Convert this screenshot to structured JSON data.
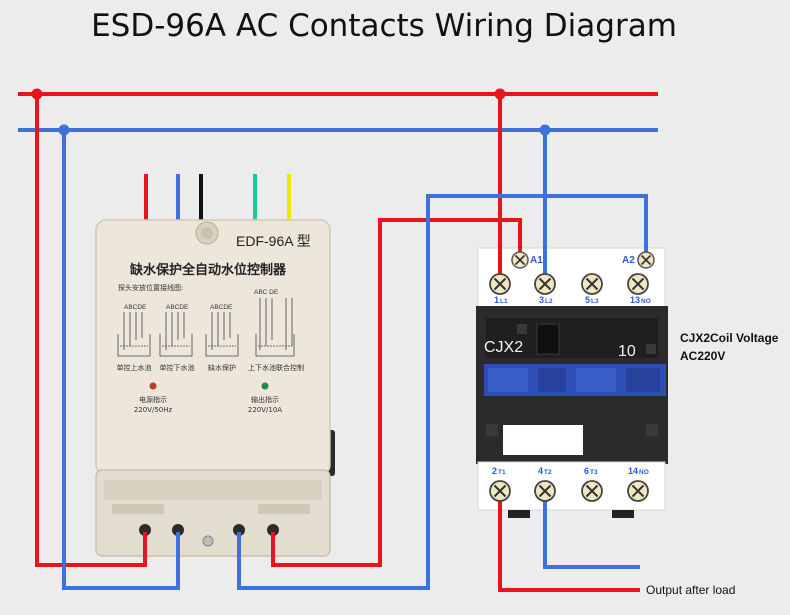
{
  "title": "ESD-96A AC Contacts Wiring Diagram",
  "colors": {
    "live": "#e8141b",
    "neutral": "#3d72dc",
    "black": "#111111",
    "green": "#1fc7a0",
    "yellow": "#f2e600",
    "controller_body": "#ece7da",
    "contactor_body": "#2b2b2b",
    "contactor_face": "#ffffff",
    "blue_bar": "#2e4fb5"
  },
  "controller": {
    "model": "EDF-96A 型",
    "name_cn": "缺水保护全自动水位控制器",
    "probe_caption": "探头安放位置接线图:",
    "probe_groups": [
      "ABCDE",
      "ABCDE",
      "ABCDE",
      "ABC   DE"
    ],
    "modes": [
      "单控上水池",
      "单控下水池",
      "缺水保护",
      "上下水池联合控制"
    ],
    "power_label": "电源指示",
    "power_rating": "220V/50Hz",
    "output_label": "输出指示",
    "output_rating": "220V/10A"
  },
  "contactor": {
    "model": "CJX2",
    "rating": "10",
    "coil_terminals": [
      "A1",
      "A2"
    ],
    "top_terminals": [
      {
        "num": "1",
        "sub": "L1"
      },
      {
        "num": "3",
        "sub": "L2"
      },
      {
        "num": "5",
        "sub": "L3"
      },
      {
        "num": "13",
        "sub": "NO"
      }
    ],
    "bottom_terminals": [
      {
        "num": "2",
        "sub": "T1"
      },
      {
        "num": "4",
        "sub": "T2"
      },
      {
        "num": "6",
        "sub": "T3"
      },
      {
        "num": "14",
        "sub": "NO"
      }
    ]
  },
  "coil_voltage_label": "CJX2Coil Voltage",
  "coil_voltage_value": "AC220V",
  "output_label": "Output after load"
}
